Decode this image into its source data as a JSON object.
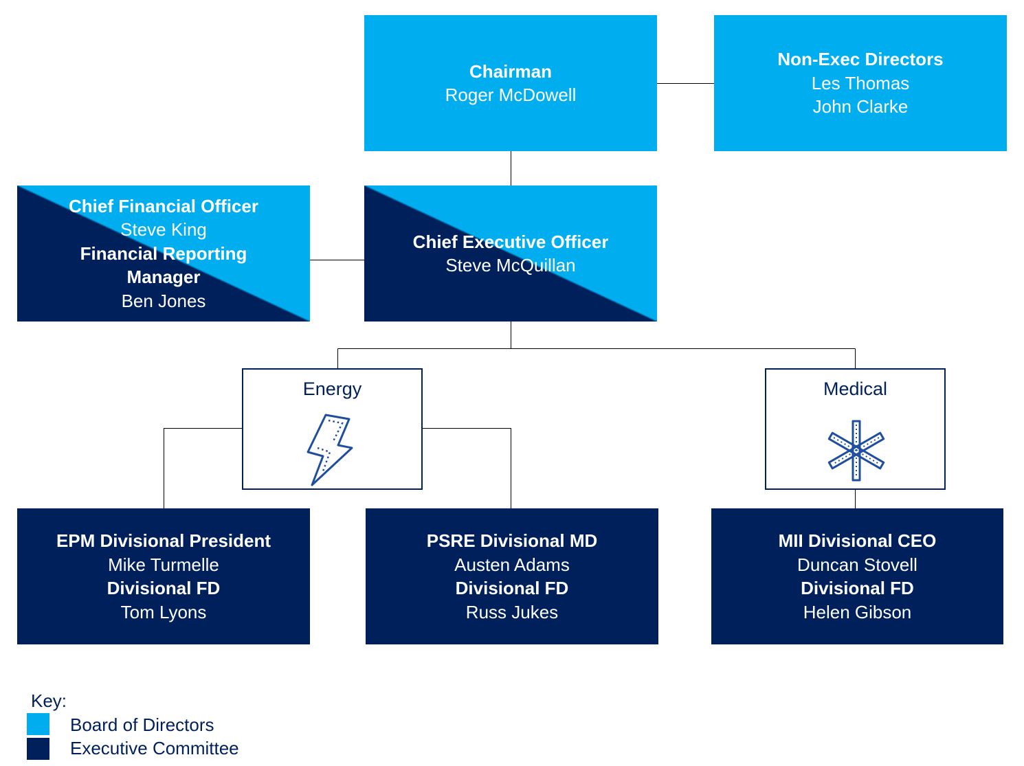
{
  "chairman": {
    "title": "Chairman",
    "name": "Roger McDowell"
  },
  "non_exec": {
    "title": "Non-Exec Directors",
    "names": [
      "Les Thomas",
      "John Clarke"
    ]
  },
  "cfo": {
    "title": "Chief Financial Officer",
    "name": "Steve King",
    "title2_line1": "Financial Reporting",
    "title2_line2": "Manager",
    "name2": "Ben Jones"
  },
  "ceo": {
    "title": "Chief Executive Officer",
    "name": "Steve McQuillan"
  },
  "divisions": {
    "energy": {
      "label": "Energy",
      "icon": "lightning-bolt-icon"
    },
    "medical": {
      "label": "Medical",
      "icon": "star-of-life-icon"
    }
  },
  "epm": {
    "title": "EPM Divisional President",
    "name": "Mike Turmelle",
    "title2": "Divisional FD",
    "name2": "Tom Lyons"
  },
  "psre": {
    "title": "PSRE Divisional MD",
    "name": "Austen Adams",
    "title2": "Divisional FD",
    "name2": "Russ Jukes"
  },
  "mii": {
    "title": "MII Divisional CEO",
    "name": "Duncan Stovell",
    "title2": "Divisional FD",
    "name2": "Helen Gibson"
  },
  "key": {
    "title": "Key:",
    "items": [
      {
        "label": "Board of Directors",
        "color": "#00aeef"
      },
      {
        "label": "Executive Committee",
        "color": "#00205b"
      }
    ]
  },
  "colors": {
    "board": "#00aeef",
    "executive": "#00205b",
    "connector": "#000000"
  }
}
